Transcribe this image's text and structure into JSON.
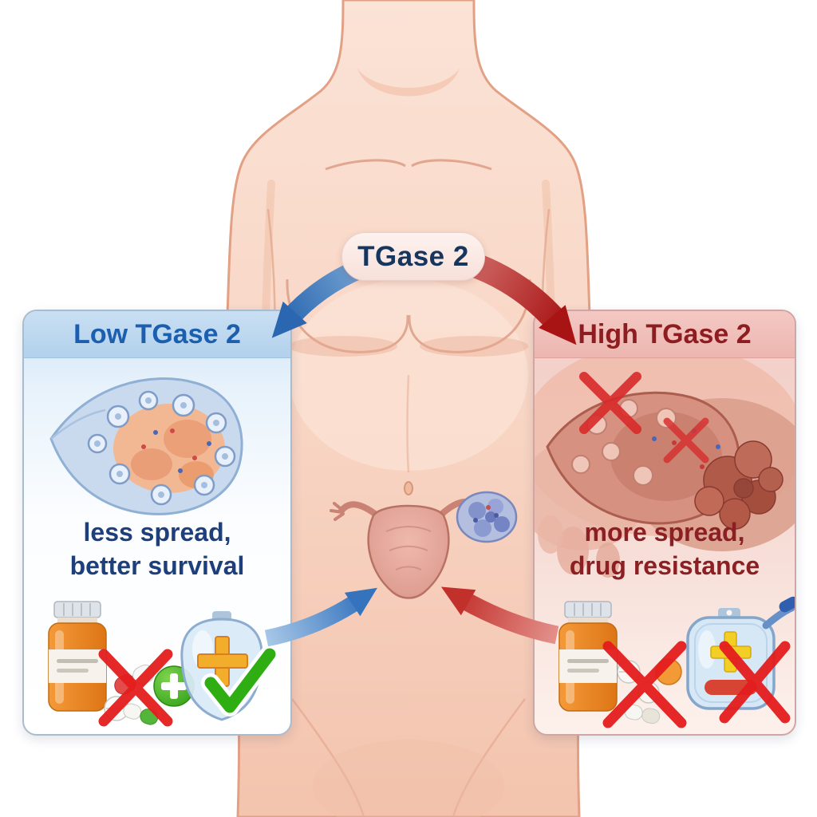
{
  "diagram": {
    "badge": {
      "label": "TGase 2"
    },
    "left": {
      "title": "Low TGase 2",
      "caption": [
        "less spread,",
        "better survival"
      ],
      "icons": [
        "pill-bottle",
        "pills",
        "red-x",
        "green-plus",
        "medicine-pouch",
        "green-check"
      ]
    },
    "right": {
      "title": "High TGase 2",
      "caption": [
        "more spread,",
        "drug resistance"
      ],
      "icons": [
        "pill-bottle",
        "pills",
        "red-x",
        "iv-bag",
        "red-x"
      ]
    },
    "center": {
      "illustration": "uterus-with-ovarian-tumor"
    },
    "colors": {
      "low_accent": "#1b5fae",
      "high_accent": "#8e1d22",
      "arrow_blue": "#2a67b0",
      "arrow_red": "#a81414",
      "skin": "#f8d5c4",
      "badge_bg": "#fbe9e5",
      "cross_red": "#e41d1d",
      "check_green": "#2fae14"
    }
  }
}
